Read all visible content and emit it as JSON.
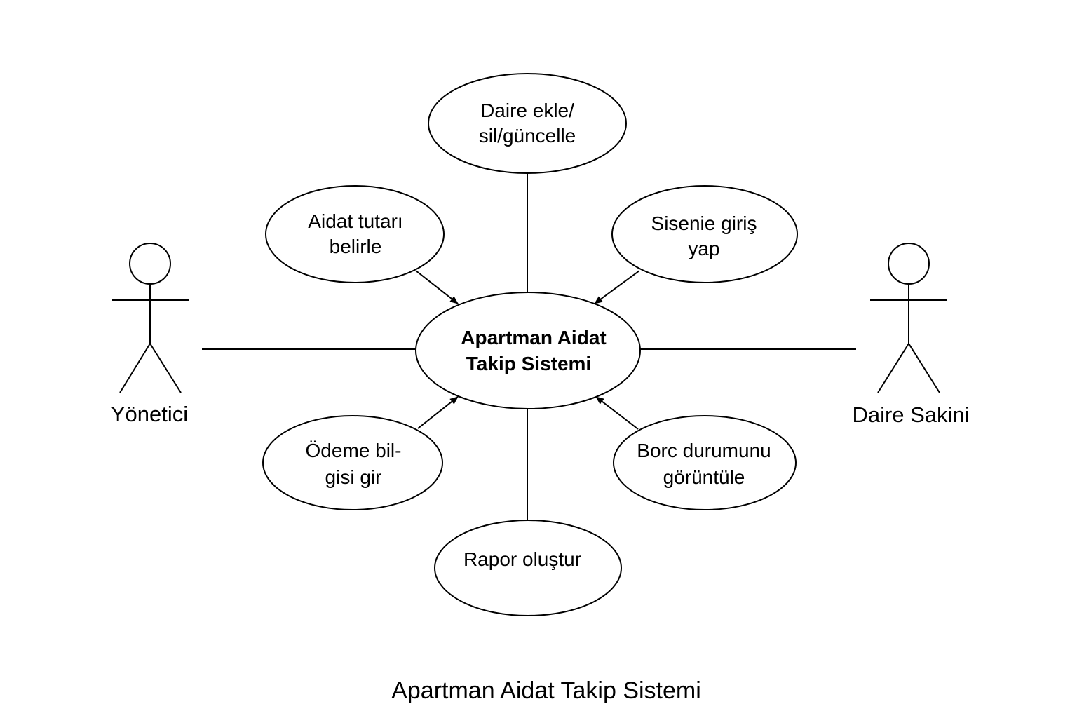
{
  "diagram": {
    "center": {
      "lines": [
        "Apartman Aidat",
        "Takip Sistemi"
      ]
    },
    "use_cases": {
      "daire_ekle": {
        "lines": [
          "Daire ekle/",
          "sil/güncelle"
        ]
      },
      "aidat_tutari": {
        "lines": [
          "Aidat tutarı",
          "belirle"
        ]
      },
      "sisteme_giris": {
        "lines": [
          "Sisenie giriş",
          "yap"
        ]
      },
      "odeme_bilgisi": {
        "lines": [
          "Ödeme bil-",
          "gisi gir"
        ]
      },
      "borc_durumu": {
        "lines": [
          "Borc durumunu",
          "görüntüle"
        ]
      },
      "rapor": {
        "lines": [
          "Rapor oluştur"
        ]
      }
    },
    "actors": {
      "left": {
        "label": "Yönetici"
      },
      "right": {
        "label": "Daire Sakini"
      }
    },
    "caption": "Apartman Aidat Takip Sistemi"
  }
}
